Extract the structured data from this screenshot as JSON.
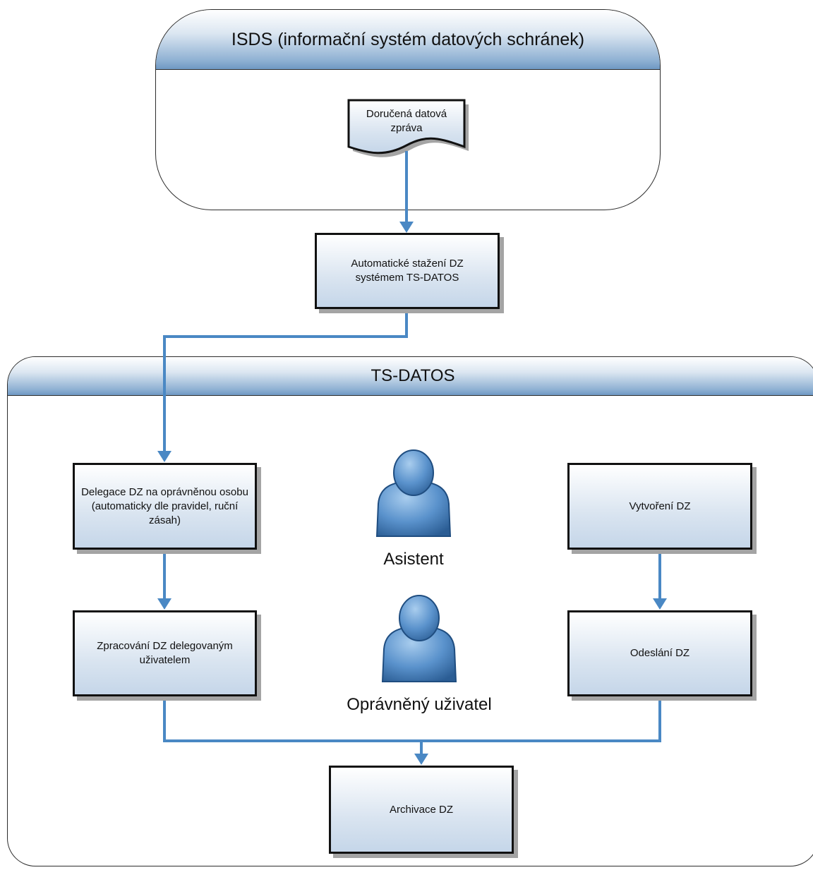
{
  "pools": {
    "isds": {
      "title": "ISDS (informační systém datových schránek)"
    },
    "ts_datos": {
      "title": "TS-DATOS"
    }
  },
  "nodes": {
    "received_message": "Doručená datová zpráva",
    "auto_download": "Automatické stažení DZ systémem TS-DATOS",
    "delegation": "Delegace DZ na oprávněnou osobu (automaticky dle pravidel, ruční zásah)",
    "processing": "Zpracování DZ delegovaným uživatelem",
    "create": "Vytvoření DZ",
    "send": "Odeslání DZ",
    "archive": "Archivace DZ"
  },
  "actors": {
    "assistant": "Asistent",
    "authorized_user": "Oprávněný uživatel"
  },
  "colors": {
    "connector": "#4a88c4",
    "box_border": "#111111",
    "header_gradient_end": "#6f98c3",
    "person_fill": "#5a92cc",
    "person_dark": "#2b5d94"
  }
}
